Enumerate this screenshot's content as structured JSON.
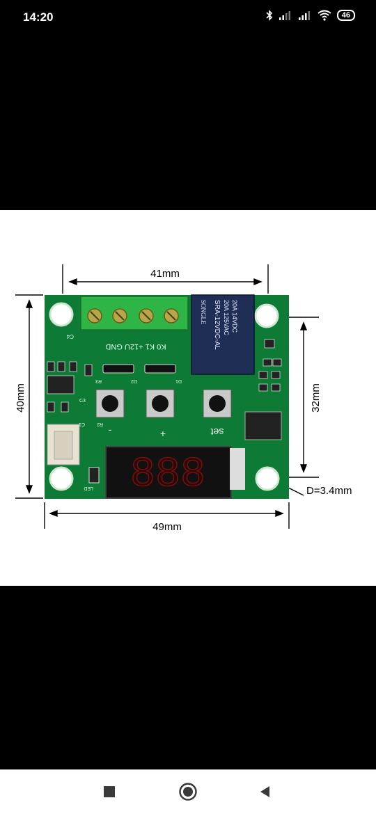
{
  "status": {
    "time": "14:20",
    "battery": "46",
    "icons": [
      "bluetooth-icon",
      "signal-icon",
      "signal-icon",
      "wifi-icon",
      "battery-icon"
    ]
  },
  "image": {
    "dimensions": {
      "top_width": "41mm",
      "left_height": "40mm",
      "right_height": "32mm",
      "bottom_width": "49mm",
      "hole": "D=3.4mm"
    },
    "relay": {
      "line1": "20A 14VDC",
      "line2": "20A 125VAC",
      "line3": "SRA-12VDC-AL",
      "brand": "SONGLE"
    },
    "board_labels": {
      "terminal_text": "K0  K1 +12U GND",
      "set": "set",
      "minus": "-",
      "plus": "+",
      "led": "LED",
      "c4": "C4",
      "r3": "R3",
      "d2": "D2",
      "d1": "D1",
      "c3": "C3",
      "r2": "R2",
      "c1": "C1"
    },
    "display_digits": "888"
  },
  "nav": {
    "buttons": [
      "recents-square-icon",
      "home-circle-icon",
      "back-triangle-icon"
    ]
  }
}
